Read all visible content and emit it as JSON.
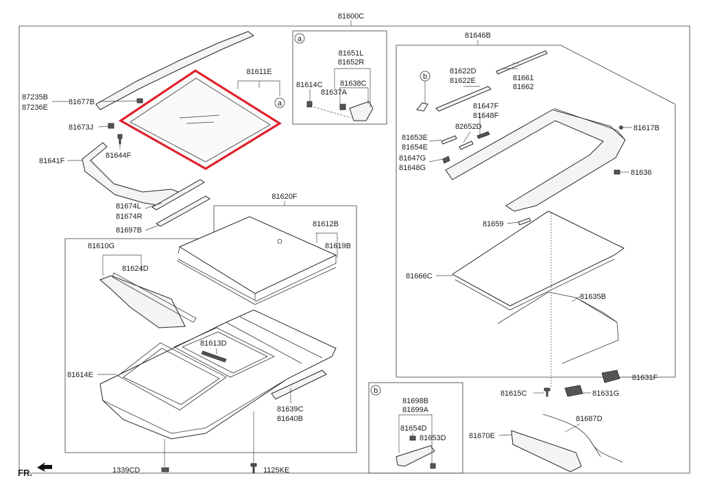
{
  "assembly_label": "81600C",
  "callouts": {
    "a": "a",
    "b": "b"
  },
  "labels": {
    "p81611E": "81611E",
    "p87235B": "87235B",
    "p87236E": "87236E",
    "p81677B": "81677B",
    "p81673J": "81673J",
    "p81644F": "81644F",
    "p81641F": "81641F",
    "p81674L": "81674L",
    "p81674R": "81674R",
    "p81697B": "81697B",
    "p81620F": "81620F",
    "p81612B": "81612B",
    "p81619B": "81619B",
    "p81610G": "81610G",
    "p81624D": "81624D",
    "p81613D": "81613D",
    "p81614E": "81614E",
    "p81639C": "81639C",
    "p81640B": "81640B",
    "p1339CD": "1339CD",
    "p1125KE": "1125KE",
    "p81651L": "81651L",
    "p81652R": "81652R",
    "p81614C": "81614C",
    "p81637A": "81637A",
    "p81638C": "81638C",
    "p81646B": "81646B",
    "p81622D": "81622D",
    "p81622E": "81622E",
    "p81661": "81661",
    "p81662": "81662",
    "p81647F": "81647F",
    "p81648F": "81648F",
    "p82652D": "82652D",
    "p81653E": "81653E",
    "p81654E": "81654E",
    "p81647G": "81647G",
    "p81648G": "81648G",
    "p81617B": "81617B",
    "p81636": "81636",
    "p81659": "81659",
    "p81666C": "81666C",
    "p81635B": "81635B",
    "p81631F": "81631F",
    "p81615C": "81615C",
    "p81631G": "81631G",
    "p81687D": "81687D",
    "p81670E": "81670E",
    "p81698B": "81698B",
    "p81699A": "81699A",
    "p81654D": "81654D",
    "p81653D": "81653D",
    "fr": "FR."
  },
  "colors": {
    "highlight": "#e0202a",
    "line": "#333333"
  }
}
